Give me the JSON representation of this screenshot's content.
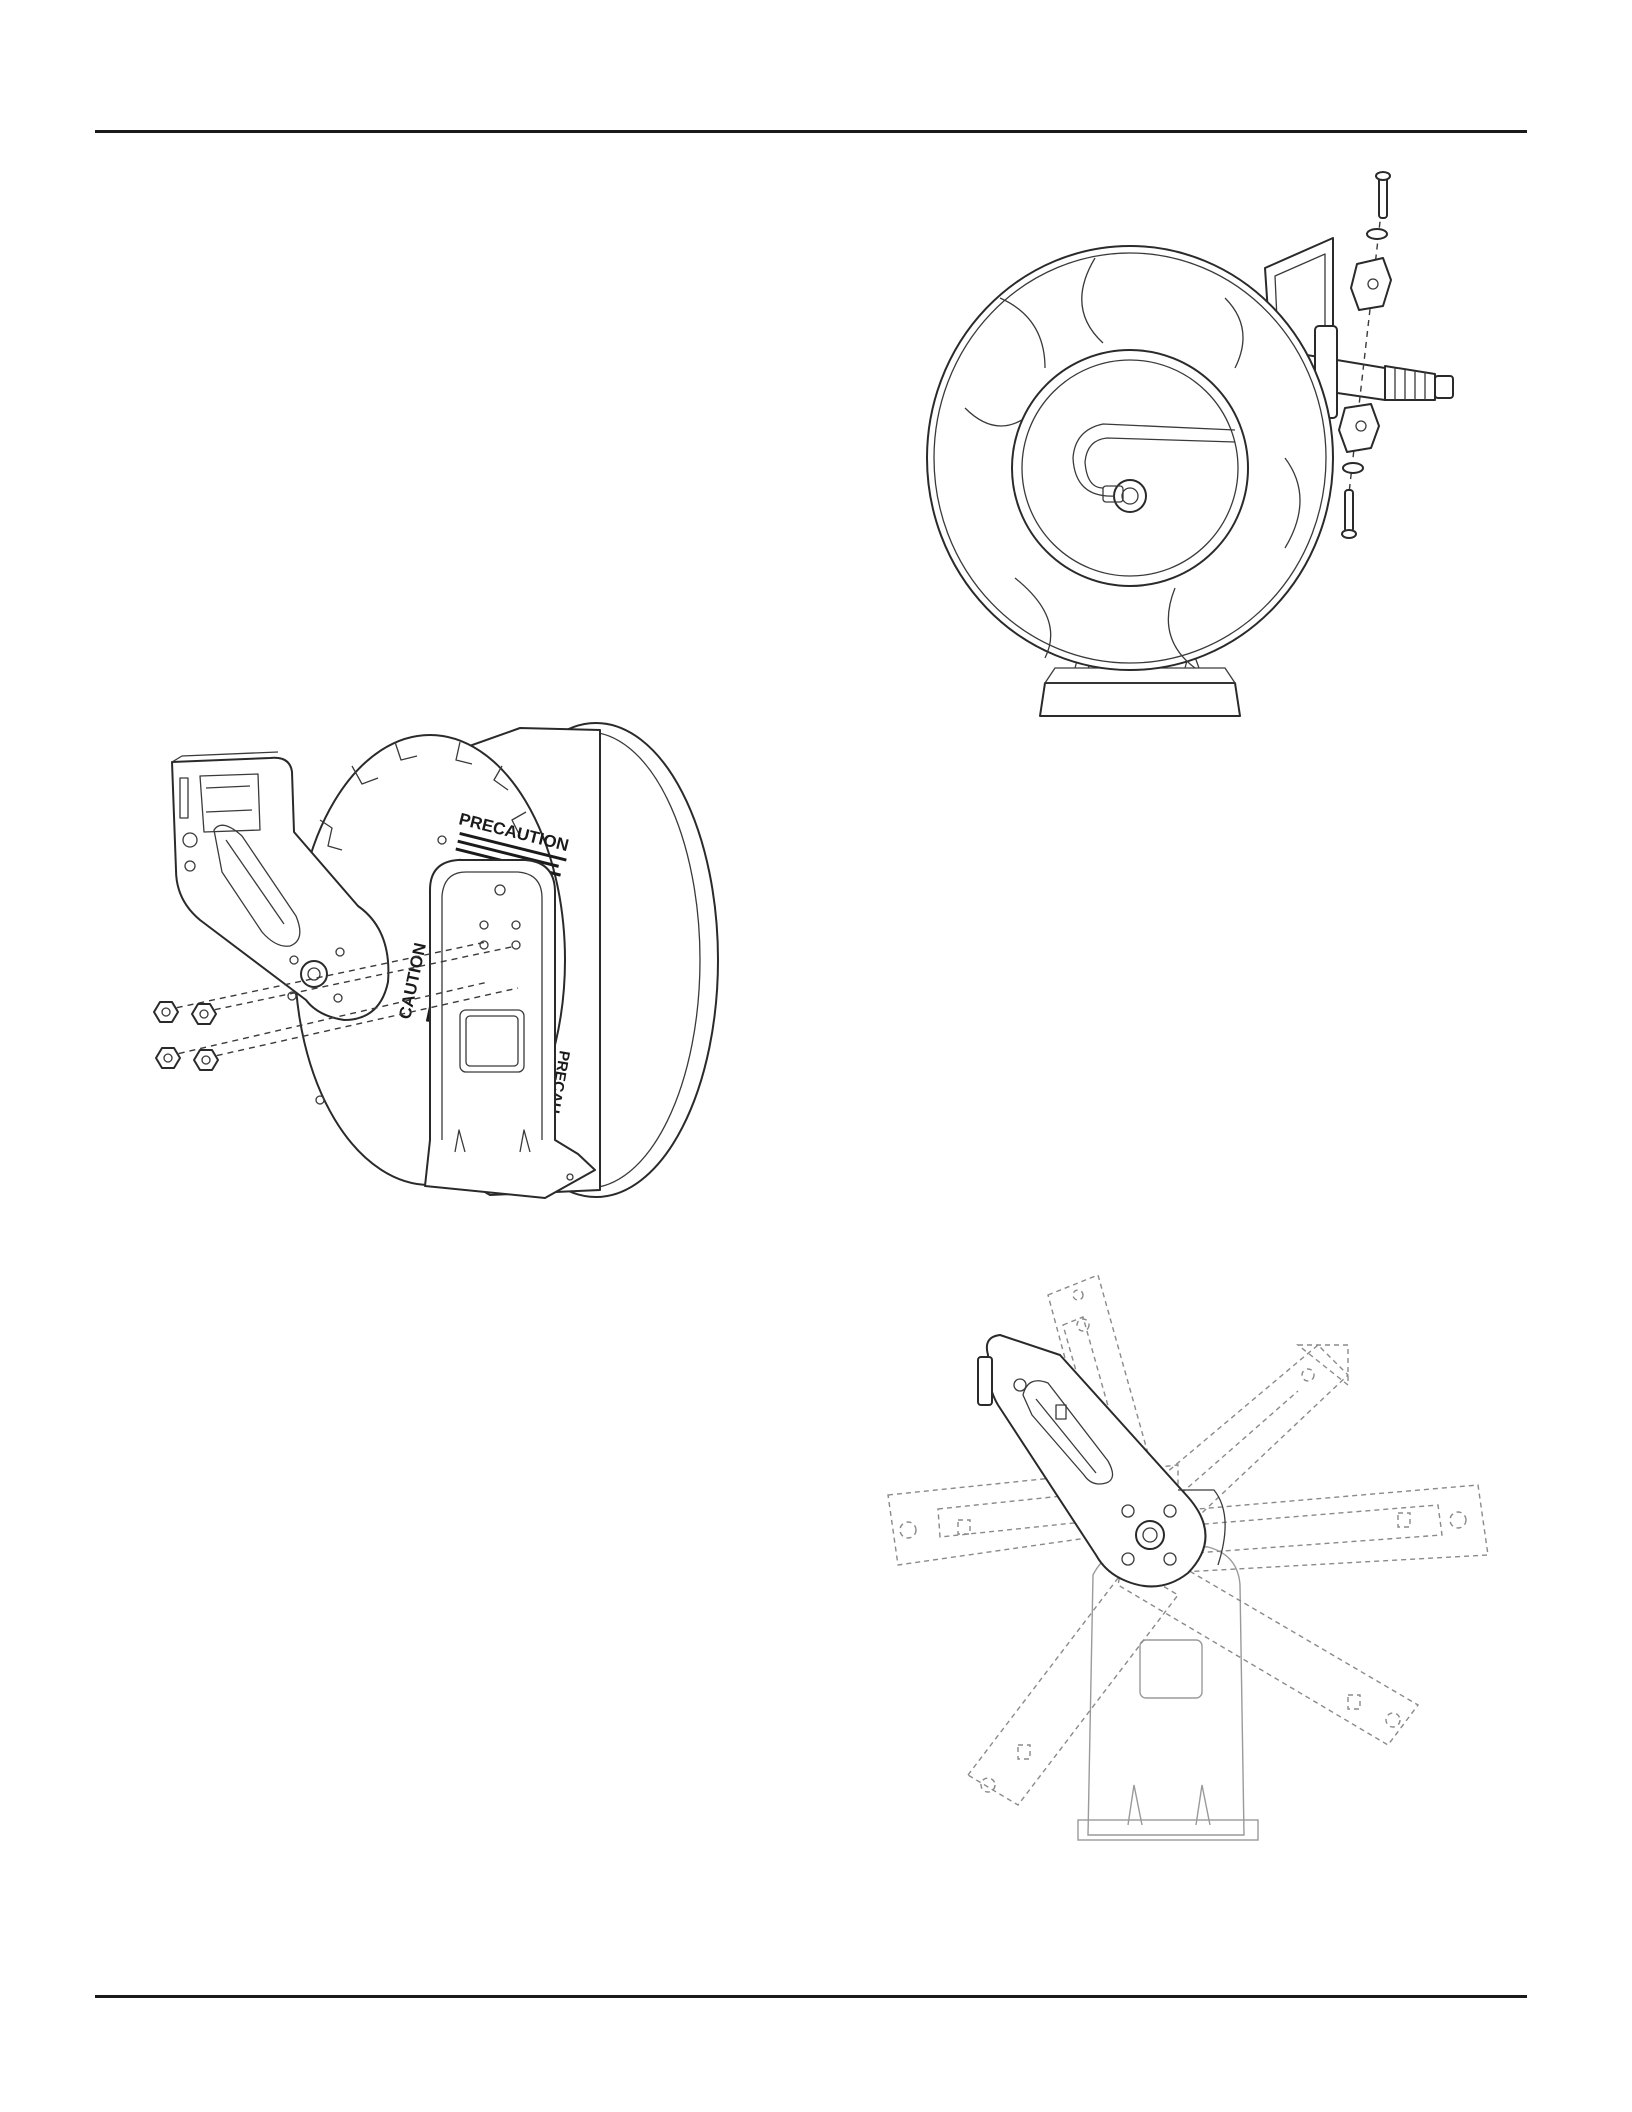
{
  "decals": {
    "precaution": "PRECAUTION",
    "caution": "CAUTION",
    "precaution_partial": "PRECAU"
  }
}
